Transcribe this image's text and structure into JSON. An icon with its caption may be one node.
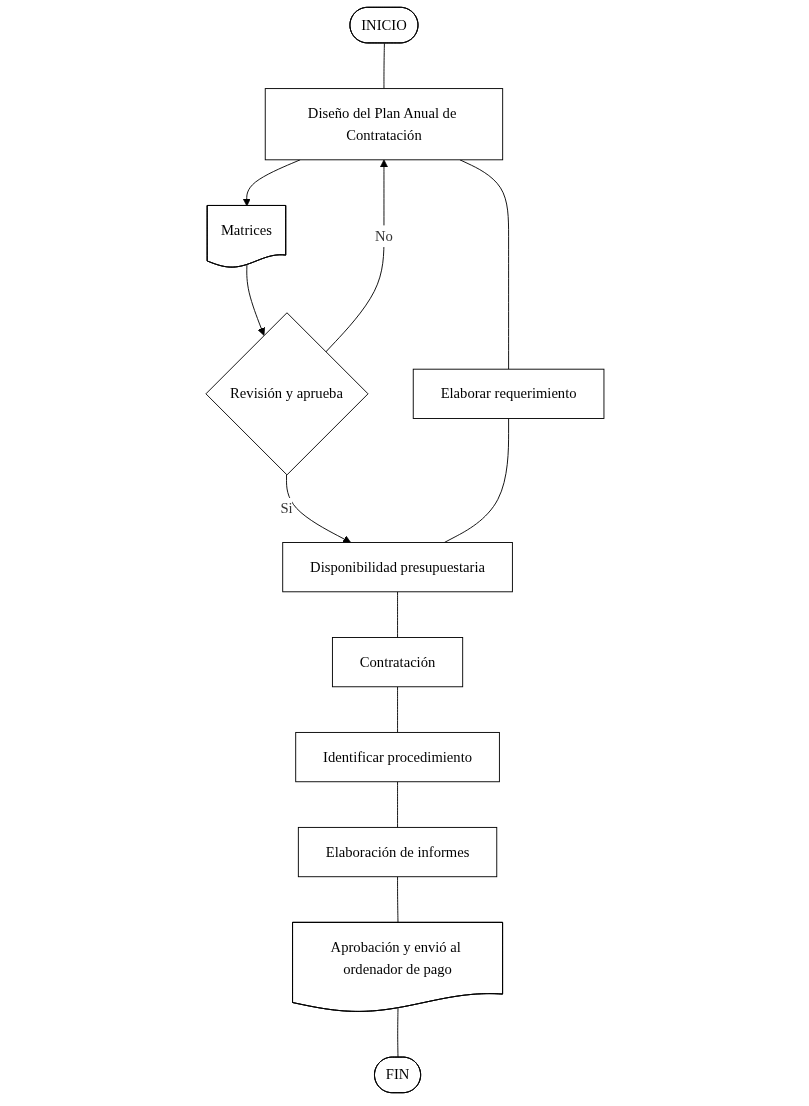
{
  "diagram": {
    "nodes": [
      {
        "text": [
          "INICIO"
        ]
      },
      {
        "text": [
          "Diseño del Plan Anual de Contratación"
        ]
      },
      {
        "text": [
          "Elaborar requerimiento"
        ]
      },
      {
        "text": [
          "Disponibilidad presupuestaria"
        ]
      },
      {
        "text": [
          "Contratación"
        ]
      },
      {
        "text": [
          "Identificar procedimiento"
        ]
      },
      {
        "text": [
          "Elaboración de informes"
        ]
      },
      {
        "text": [
          "Aprobación y envió al ordenador de pago"
        ]
      },
      {
        "text": [
          "FIN"
        ]
      },
      {
        "text": [
          "Matrices"
        ]
      },
      {
        "text": [
          "Revisión y aprueba"
        ]
      }
    ],
    "edges": [
      {
        "from": 0,
        "to": 1,
        "arrow": "none"
      },
      {
        "from": 1,
        "to": 2,
        "arrow": "none"
      },
      {
        "from": 1,
        "to": 9,
        "arrow": "to"
      },
      {
        "from": 9,
        "to": 10,
        "arrow": "to"
      },
      {
        "from": 10,
        "to": 1,
        "arrow": "to",
        "label": "No"
      },
      {
        "from": 10,
        "to": 3,
        "arrow": "to",
        "label": "Si"
      },
      {
        "from": 2,
        "to": 3,
        "arrow": "none"
      },
      {
        "from": 3,
        "to": 4,
        "arrow": "none"
      },
      {
        "from": 4,
        "to": 5,
        "arrow": "none"
      },
      {
        "from": 5,
        "to": 6,
        "arrow": "none"
      },
      {
        "from": 6,
        "to": 7,
        "arrow": "none"
      },
      {
        "from": 7,
        "to": 8,
        "arrow": "none"
      }
    ]
  }
}
